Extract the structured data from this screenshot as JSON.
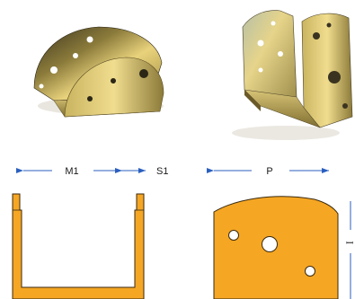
{
  "dimensions": {
    "m1_label": "M1",
    "s1_label": "S1",
    "p_label": "P",
    "edge_label": "ꟷ"
  },
  "colors": {
    "plate_fill": "#f5a623",
    "plate_stroke": "#3a2a10",
    "arrow": "#2a5fbf",
    "metal_light": "#e9d27a",
    "metal_dark": "#2c2a1c",
    "metal_mid": "#b9a24a"
  },
  "photos": [
    {
      "name": "bracket-photo-left",
      "view": "angled-front"
    },
    {
      "name": "bracket-photo-right",
      "view": "angled-side"
    }
  ],
  "drawings": [
    {
      "name": "u-profile-drawing",
      "view": "front"
    },
    {
      "name": "side-plate-drawing",
      "view": "side",
      "holes": 3
    }
  ]
}
